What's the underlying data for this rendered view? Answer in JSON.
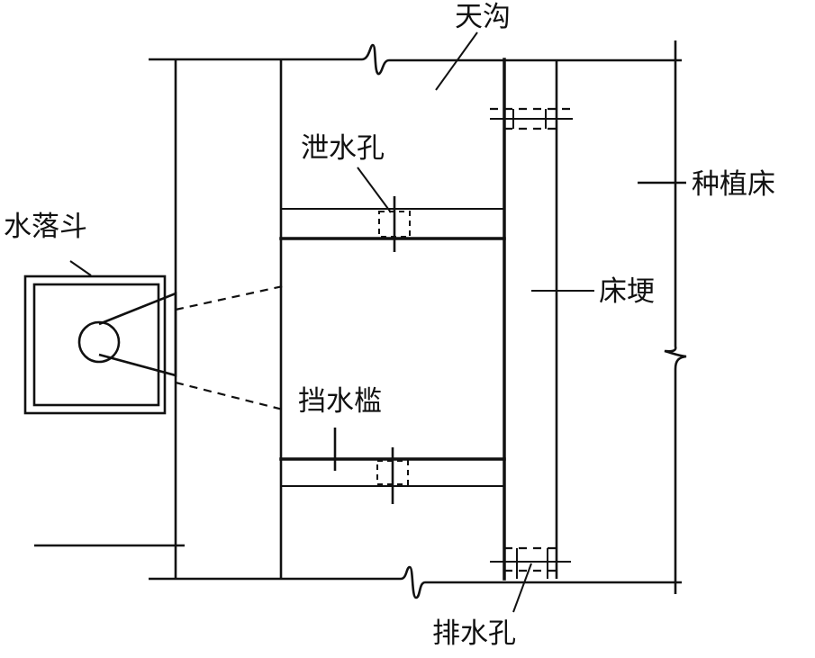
{
  "labels": {
    "gutter": "天沟",
    "overflow_hole": "泄水孔",
    "rainwater_hopper": "水落斗",
    "planting_bed": "种植床",
    "bed_ridge": "床埂",
    "water_stop_sill": "挡水槛",
    "drain_hole": "排水孔"
  },
  "colors": {
    "line": "#111111",
    "background": "#ffffff"
  }
}
